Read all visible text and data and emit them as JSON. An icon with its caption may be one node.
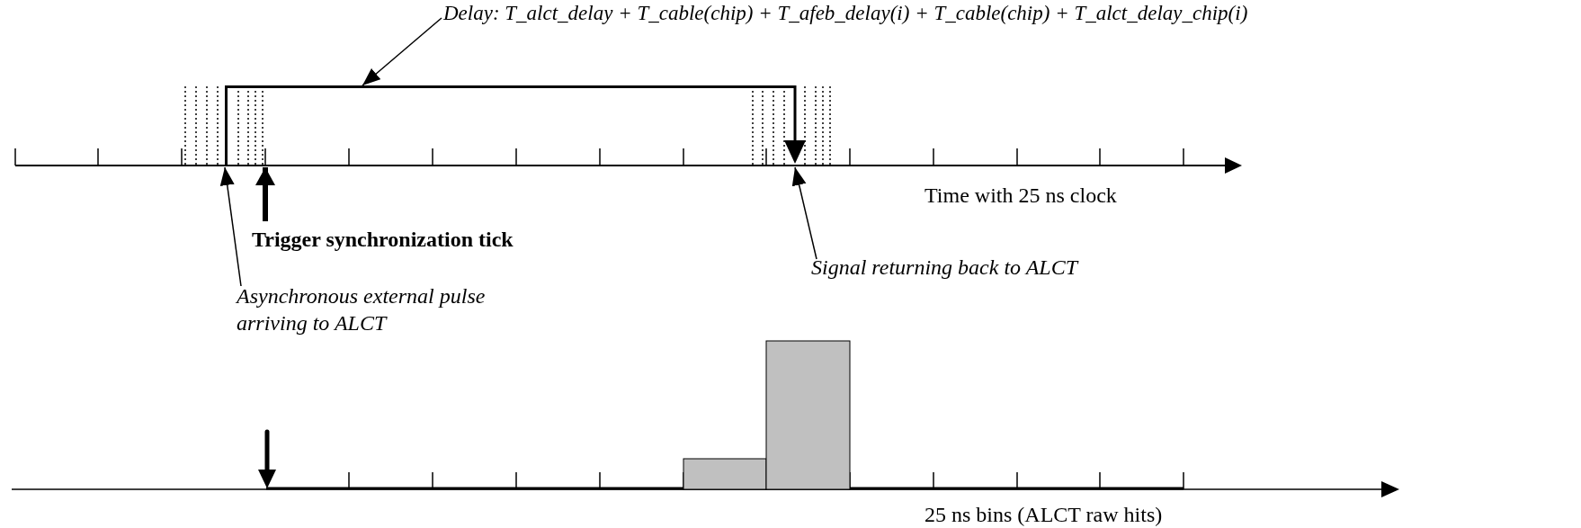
{
  "diagram": {
    "nodes": [
      {
        "text": [
          "Delay: T_alct_delay + T_cable(chip) + T_afeb_delay(i) + T_cable(chip) + T_alct_delay_chip(i)"
        ]
      },
      {
        "text": [],
        "shape": "line"
      },
      {
        "text": [
          "Trigger synchronization tick"
        ]
      },
      {
        "text": [
          "Asynchronous external pulse arriving to ALCT"
        ]
      },
      {
        "text": [
          "Signal returning back to ALCT"
        ]
      }
    ],
    "edges": [
      {
        "from": 0,
        "to": 1,
        "arrow": "to"
      },
      {
        "from": 3,
        "to": 1,
        "arrow": "to"
      },
      {
        "from": 4,
        "to": 1,
        "arrow": "to"
      },
      {
        "from": 2,
        "to": 1,
        "arrow": "to",
        "style": "thick"
      }
    ],
    "labels": [
      "Time with 25 ns clock",
      "25 ns bins (ALCT raw hits)"
    ]
  }
}
